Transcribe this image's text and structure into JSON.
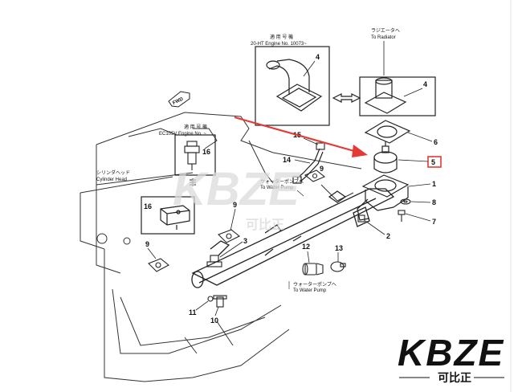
{
  "inset_top": {
    "line1": "適 用 号 機",
    "line2": "20-HT Engine No. 10073~",
    "part": "4"
  },
  "inset_right": {
    "line1": "ラジエータへ",
    "line2": "To Radiator",
    "part": "4"
  },
  "inset_left": {
    "line1": "適 用 号 機",
    "line2": "EC105V Engine No. ~",
    "part": "16"
  },
  "fwd": "FWD",
  "cylinder_head": {
    "jp": "シリンダヘッド",
    "en": "Cylinder Head"
  },
  "water_pump_1": {
    "jp": "ウォーターポンプへ",
    "en": "To Water Pump"
  },
  "water_pump_2": {
    "jp": "ウォーターポンプへ",
    "en": "To Water Pump"
  },
  "part_labels": {
    "p1": "1",
    "p2": "2",
    "p3": "3",
    "p5": "5",
    "p6": "6",
    "p7": "7",
    "p8": "8",
    "p9a": "9",
    "p9b": "9",
    "p9c": "9",
    "p10": "10",
    "p11": "11",
    "p12": "12",
    "p13": "13",
    "p14": "14",
    "p15": "15",
    "p16": "16"
  },
  "watermark": {
    "brand": "KBZE",
    "cn": "可比正"
  },
  "colors": {
    "line": "#222222",
    "highlight": "#e53935",
    "watermark": "#d9d9d9"
  }
}
